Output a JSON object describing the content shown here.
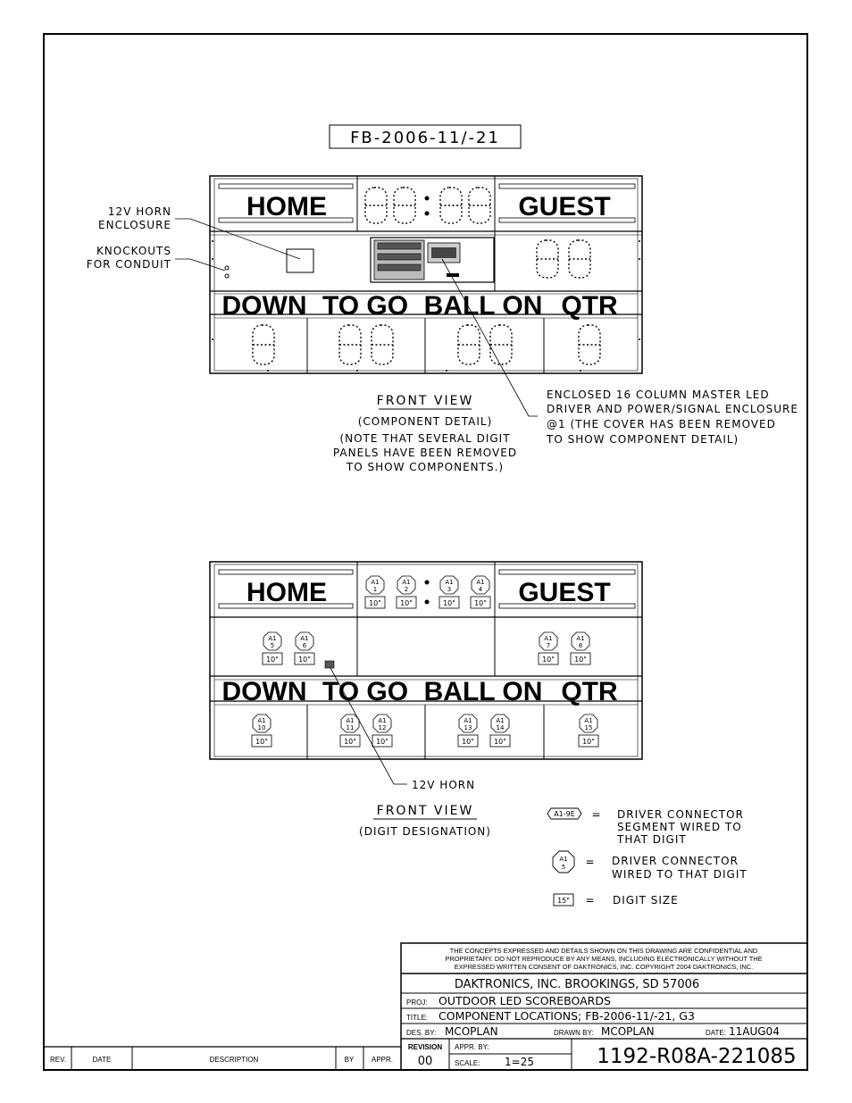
{
  "drawing": {
    "model_label": "FB-2006-11/-21",
    "panel_labels": {
      "home": "HOME",
      "guest": "GUEST",
      "down": "DOWN",
      "to_go": "TO GO",
      "ball_on": "BALL ON",
      "qtr": "QTR"
    },
    "front_view_1": {
      "title": "FRONT VIEW",
      "subtitle": "(COMPONENT DETAIL)",
      "note_lines": [
        "(NOTE THAT SEVERAL DIGIT",
        "PANELS HAVE BEEN REMOVED",
        "TO SHOW COMPONENTS.)"
      ],
      "callout_horn_enclosure": [
        "12V HORN",
        "ENCLOSURE"
      ],
      "callout_knockouts": [
        "KNOCKOUTS",
        "FOR CONDUIT"
      ],
      "callout_driver": [
        "ENCLOSED 16 COLUMN MASTER LED",
        "DRIVER AND POWER/SIGNAL ENCLOSURE",
        "@1 (THE COVER HAS BEEN REMOVED",
        "TO SHOW COMPONENT DETAIL)"
      ]
    },
    "front_view_2": {
      "title": "FRONT VIEW",
      "subtitle": "(DIGIT DESIGNATION)",
      "callout_horn": "12V HORN",
      "connector_prefix": "A1",
      "digit_size": "10\"",
      "digits": [
        "1",
        "2",
        "3",
        "4",
        "5",
        "6",
        "7",
        "8",
        "10",
        "11",
        "12",
        "13",
        "14",
        "15"
      ]
    },
    "legend": {
      "row1_symbol": "A1-9E",
      "row1_lines": [
        "DRIVER CONNECTOR",
        "SEGMENT WIRED TO",
        "THAT DIGIT"
      ],
      "row2_symbol_top": "A1",
      "row2_symbol_bottom": "5",
      "row2_lines": [
        "DRIVER CONNECTOR",
        "WIRED TO THAT DIGIT"
      ],
      "row3_symbol": "15\"",
      "row3_text": "DIGIT SIZE",
      "equals": "="
    }
  },
  "title_block": {
    "confidential_lines": [
      "THE CONCEPTS EXPRESSED AND DETAILS SHOWN ON THIS DRAWING ARE CONFIDENTIAL AND",
      "PROPRIETARY. DO NOT REPRODUCE BY ANY MEANS, INCLUDING ELECTRONICALLY WITHOUT THE",
      "EXPRESSED WRITTEN CONSENT OF DAKTRONICS, INC.          COPYRIGHT 2004 DAKTRONICS, INC."
    ],
    "company": "DAKTRONICS, INC.   BROOKINGS, SD 57006",
    "proj_label": "PROJ:",
    "proj": "OUTDOOR LED SCOREBOARDS",
    "title_label": "TITLE:",
    "title": "COMPONENT LOCATIONS; FB-2006-11/-21, G3",
    "des_by_label": "DES. BY:",
    "des_by": "MCOPLAN",
    "drawn_by_label": "DRAWN BY:",
    "drawn_by": "MCOPLAN",
    "date_label": "DATE:",
    "date": "11AUG04",
    "revision_label": "REVISION",
    "revision": "00",
    "appr_by_label": "APPR. BY:",
    "scale_label": "SCALE:",
    "scale": "1=25",
    "drawing_number": "1192-R08A-221085"
  },
  "revision_table": {
    "headers": [
      "REV.",
      "DATE",
      "DESCRIPTION",
      "BY",
      "APPR."
    ]
  }
}
